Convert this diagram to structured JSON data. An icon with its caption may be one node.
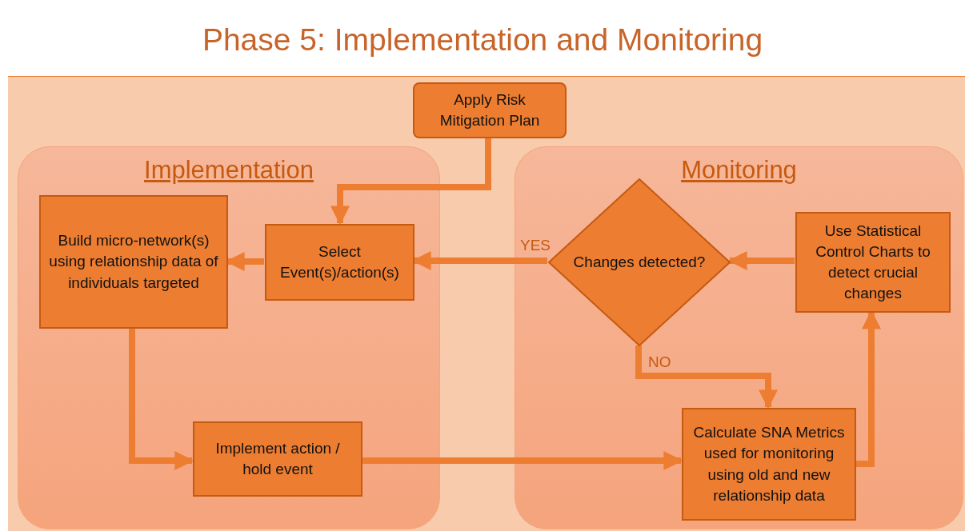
{
  "diagram": {
    "title": "Phase 5: Implementation and Monitoring",
    "nodes": [
      {
        "text": [
          "Apply Risk Mitigation Plan"
        ]
      },
      {
        "text": [
          "Implementation"
        ]
      },
      {
        "text": [
          "Build micro-network(s) using relationship data of individuals targeted"
        ],
        "in": 1
      },
      {
        "text": [
          "Select Event(s)/action(s)"
        ],
        "in": 1
      },
      {
        "text": [
          "Implement action / hold event"
        ],
        "in": 1
      },
      {
        "text": [
          "Monitoring"
        ]
      },
      {
        "text": [
          "Changes detected?"
        ],
        "in": 5
      },
      {
        "text": [
          "Use Statistical Control Charts to detect crucial changes"
        ],
        "in": 5
      },
      {
        "text": [
          "Calculate SNA Metrics used for monitoring using old and new relationship data"
        ],
        "in": 5
      }
    ],
    "edges": [
      {
        "from": 0,
        "to": 3,
        "arrow": "to"
      },
      {
        "from": 3,
        "to": 2,
        "arrow": "to"
      },
      {
        "from": 2,
        "to": 4,
        "arrow": "to"
      },
      {
        "from": 4,
        "to": 8,
        "arrow": "to"
      },
      {
        "from": 8,
        "to": 7,
        "arrow": "to"
      },
      {
        "from": 7,
        "to": 6,
        "arrow": "to"
      },
      {
        "from": 6,
        "to": 3,
        "arrow": "to",
        "label": "YES"
      },
      {
        "from": 6,
        "to": 8,
        "arrow": "to",
        "label": "NO"
      }
    ]
  }
}
